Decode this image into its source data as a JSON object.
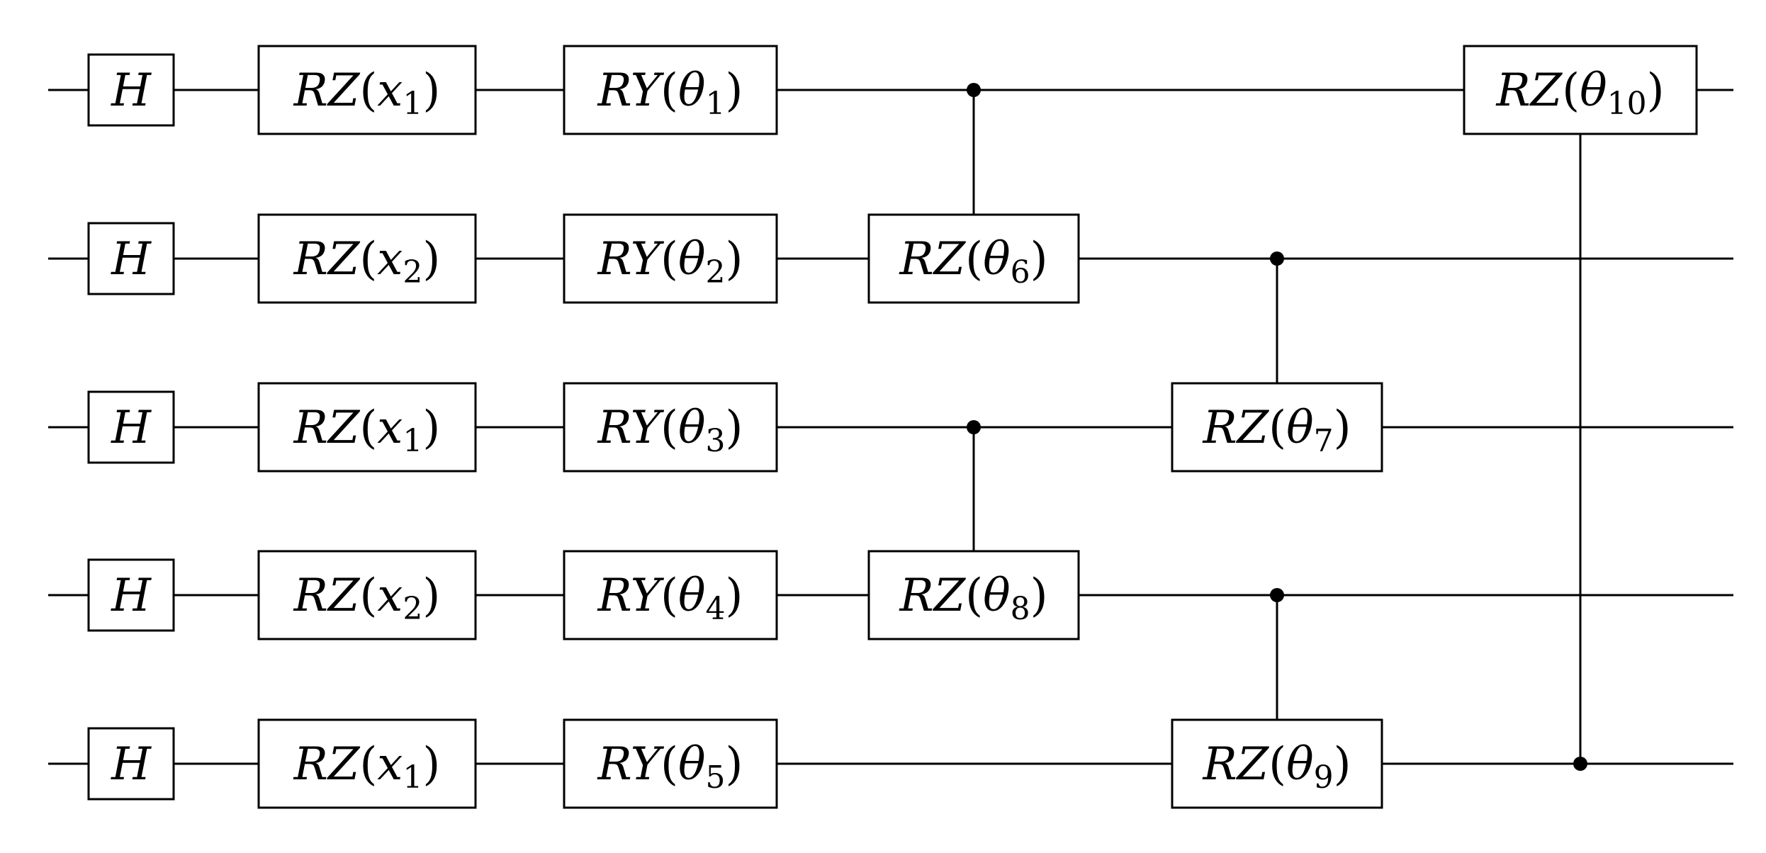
{
  "circuit": {
    "num_qubits": 5,
    "layers": [
      {
        "column": "h",
        "gates": [
          {
            "qubit": 0,
            "name": "H"
          },
          {
            "qubit": 1,
            "name": "H"
          },
          {
            "qubit": 2,
            "name": "H"
          },
          {
            "qubit": 3,
            "name": "H"
          },
          {
            "qubit": 4,
            "name": "H"
          }
        ]
      },
      {
        "column": "encode",
        "gates": [
          {
            "qubit": 0,
            "name": "RZ",
            "param": "x",
            "sub": "1"
          },
          {
            "qubit": 1,
            "name": "RZ",
            "param": "x",
            "sub": "2"
          },
          {
            "qubit": 2,
            "name": "RZ",
            "param": "x",
            "sub": "1"
          },
          {
            "qubit": 3,
            "name": "RZ",
            "param": "x",
            "sub": "2"
          },
          {
            "qubit": 4,
            "name": "RZ",
            "param": "x",
            "sub": "1"
          }
        ]
      },
      {
        "column": "ry",
        "gates": [
          {
            "qubit": 0,
            "name": "RY",
            "param": "θ",
            "sub": "1"
          },
          {
            "qubit": 1,
            "name": "RY",
            "param": "θ",
            "sub": "2"
          },
          {
            "qubit": 2,
            "name": "RY",
            "param": "θ",
            "sub": "3"
          },
          {
            "qubit": 3,
            "name": "RY",
            "param": "θ",
            "sub": "4"
          },
          {
            "qubit": 4,
            "name": "RY",
            "param": "θ",
            "sub": "5"
          }
        ]
      }
    ],
    "controlled": [
      {
        "id": "crz-6",
        "column": "c1",
        "control": 0,
        "target": 1,
        "name": "RZ",
        "param": "θ",
        "sub": "6"
      },
      {
        "id": "crz-8",
        "column": "c1",
        "control": 2,
        "target": 3,
        "name": "RZ",
        "param": "θ",
        "sub": "8"
      },
      {
        "id": "crz-7",
        "column": "c2",
        "control": 1,
        "target": 2,
        "name": "RZ",
        "param": "θ",
        "sub": "7"
      },
      {
        "id": "crz-9",
        "column": "c2",
        "control": 3,
        "target": 4,
        "name": "RZ",
        "param": "θ",
        "sub": "9"
      },
      {
        "id": "crz-10",
        "column": "c3",
        "control": 4,
        "target": 0,
        "name": "RZ",
        "param": "θ",
        "sub": "10"
      }
    ]
  }
}
